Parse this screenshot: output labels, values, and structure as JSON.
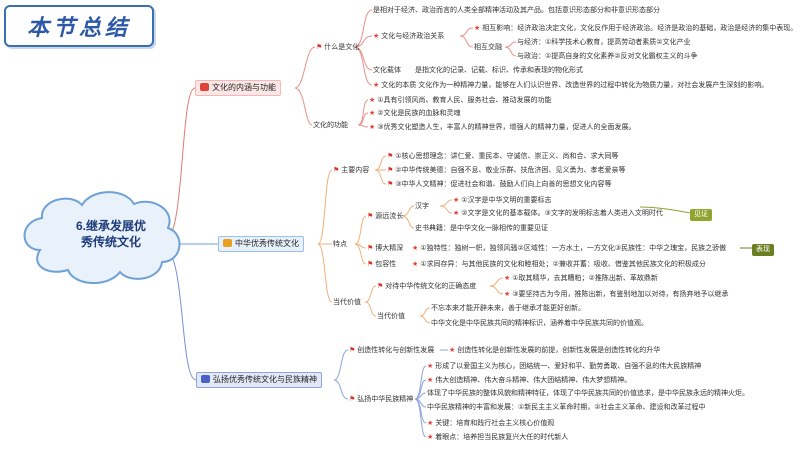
{
  "title_banner": "本节总结",
  "central": {
    "line1": "6.继承发展优",
    "line2": "秀传统文化"
  },
  "branch1": {
    "label": "文化的内涵与功能",
    "what_is_culture": "什么是文化",
    "def": "是相对于经济、政治而言的人类全部精神活动及其产品。包括意识形态部分和非意识形态部分",
    "econ_politics": "文化与经济政治关系",
    "interplay": "相互影响：经济政治决定文化，文化反作用于经济政治。经济是政治的基础，政治是经济的集中表现。",
    "jiaorong": "相互交融",
    "with_econ": "与经济：①科学技术心教育，提高劳动者素质②文化产业",
    "with_politics": "与政治：①提高自身的文化素养②反对文化霸权主义的斗争",
    "carrier_label": "文化载体",
    "carrier_text": "是指文化的记录、记载、标识、传承和表现的物化形式",
    "essence_label": "文化的本质",
    "essence_text": "文化作为一种精神力量，能够在人们认识世界、改造世界的过程中转化为物质力量，对社会发展产生深刻的影响。",
    "function_label": "文化的功能",
    "f1": "①具有引领风尚、教育人民、服务社会、推动发展的功能",
    "f2": "②文化是民族的血脉和灵魂",
    "f3": "③优秀文化塑造人生，丰富人的精神世界，增强人的精神力量，促进人的全面发展。"
  },
  "branch2": {
    "label": "中华优秀传统文化",
    "main_content": "主要内容",
    "c1": "①核心思想理念：讲仁爱、重民本、守诚信、崇正义、尚和合、求大同等",
    "c2": "②中华传统美德：自强不息、敬业乐群、扶危济困、见义勇为、孝老爱亲等",
    "c3": "③中华人文精神：促进社会和谐、鼓励人们向上向善的思想文化内容等",
    "features": "特点",
    "origin": "源远流长",
    "hanzi": "汉字",
    "h1": "①汉字是中华文明的重要标志",
    "h2": "②文字是文化的基本载体。③文字的发明标志着人类进入文明时代",
    "history": "史书典籍：是中华文化一脉相传的重要见证",
    "broad": "博大精深",
    "broad_text": "①独特性：独树一帜，独领风骚②区域性：一方水土，一方文化③民族性：中华之瑰宝，民族之骄傲",
    "inclusive": "包容性",
    "inclusive_text": "①求同存异：与其他民族的文化和睦相处；②兼收并蓄：吸收、借鉴其他民族文化的积极成分",
    "tag_origin": "见证",
    "tag_broad": "表现",
    "value": "当代价值",
    "attitude": "对待中华传统文化的正确态度",
    "a1": "①取其精华，去其糟粕；②推陈出新、革故鼎新",
    "a2": "③要坚持古为今用，推陈出新，有鉴别地加以对待，有扬弃地予以继承",
    "cvalue": "当代价值",
    "v1": "不忘本来才能开辟未来，善于继承才能更好创新。",
    "v2": "中华文化是中华民族共同的精神标识，涵养着中华民族共同的价值观。"
  },
  "branch3": {
    "label": "弘扬优秀传统文化与民族精神",
    "transform": "创造性转化与创新性发展",
    "transform_text": "创造性转化是创新性发展的前提，创新性发展是创造性转化的升华",
    "spirit": "弘扬中华民族精神",
    "s1": "形成了以爱国主义为核心，团结统一、爱好和平、勤劳勇敢、自强不息的伟大民族精神",
    "s2": "伟大创造精神、伟大奋斗精神、伟大团结精神、伟大梦想精神。",
    "s3": "体现了中华民族的整体风貌和精神特征，体现了中华民族共同的价值追求，是中华民族永远的精神火炬。",
    "s4": "中华民族精神的丰富和发展：①新民主主义革命时期，②社会主义革命、建设和改革过程中",
    "s5": "关键：培育和践行社会主义核心价值观",
    "s6": "着眼点：培养担当民族复兴大任的时代新人"
  }
}
